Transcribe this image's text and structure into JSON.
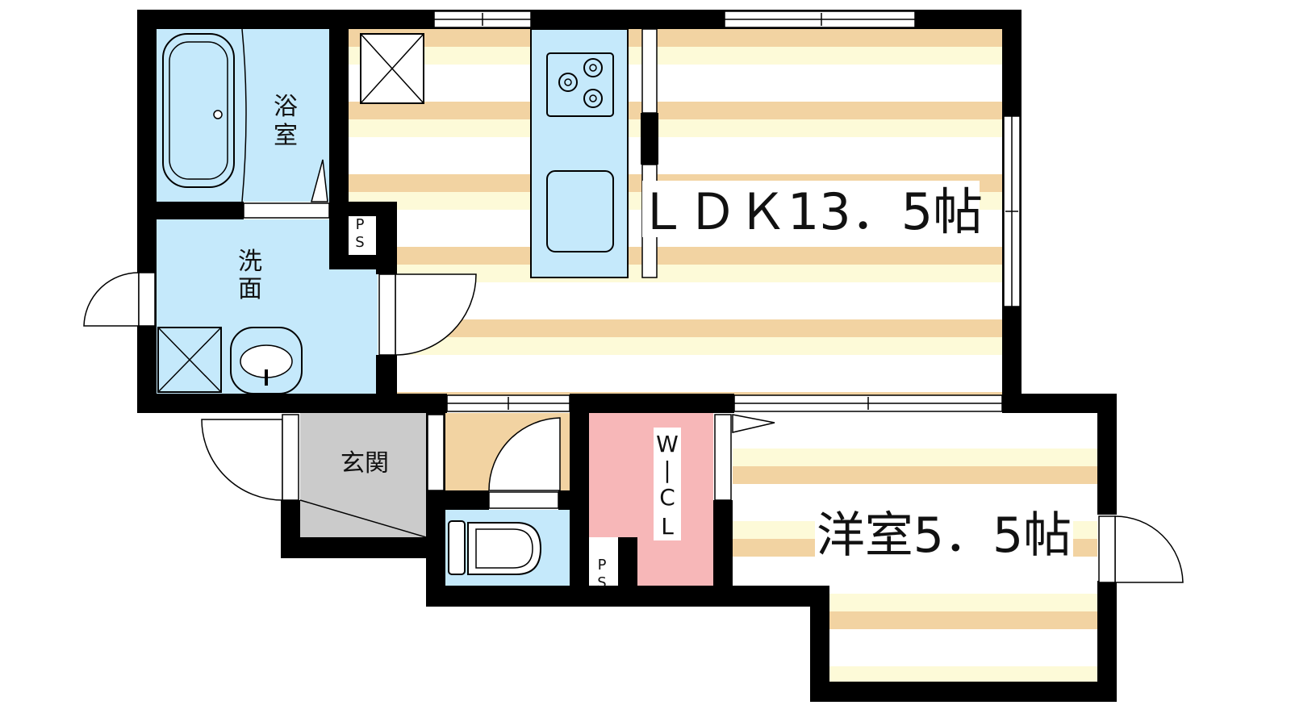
{
  "rooms": {
    "bath": "浴室",
    "washroom": "洗面",
    "entrance": "玄関",
    "ldk": "ＬＤＫ13．5帖",
    "walk_in_closet": "W|CL",
    "western_room": "洋室5．5帖",
    "ps": "PS"
  },
  "colors": {
    "wall": "#000000",
    "wet_area": "#c5e9fb",
    "floor_stripe": "#f2d3a2",
    "floor_light": "#fdfad8",
    "entrance": "#cbcbcb",
    "closet": "#f7b7b8",
    "storage": "#f2d3a2"
  }
}
